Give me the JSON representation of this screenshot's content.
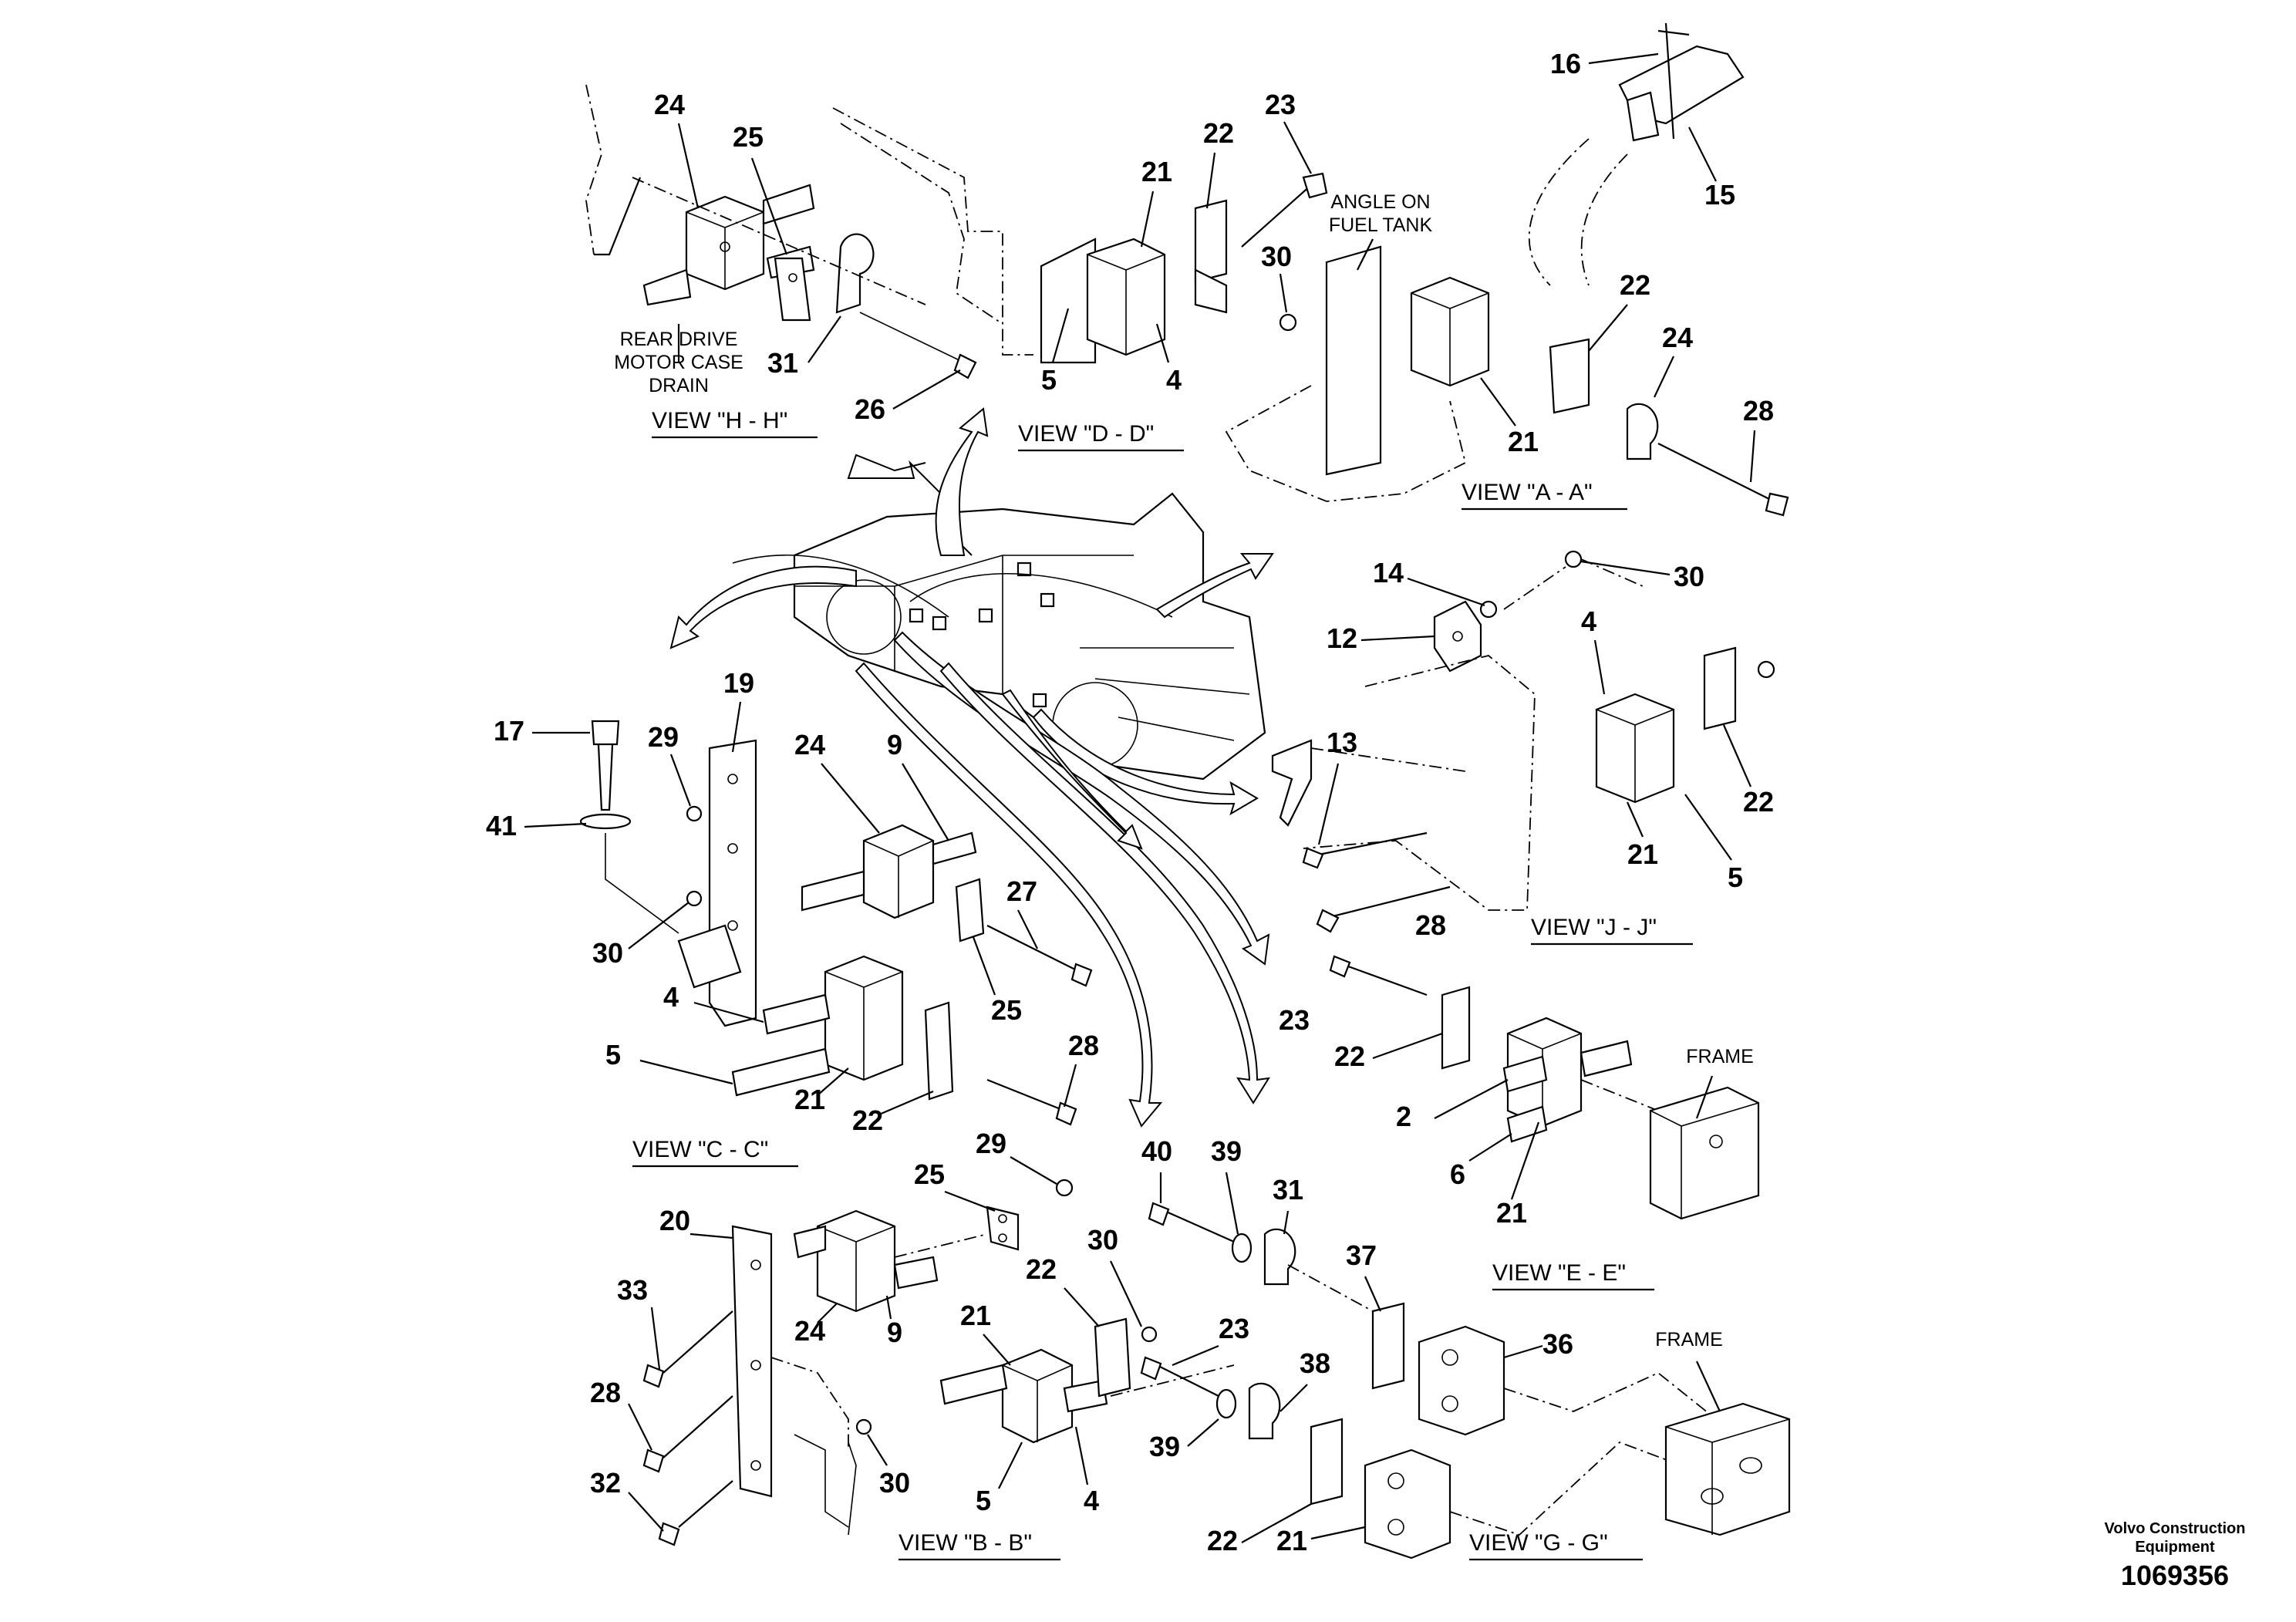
{
  "views": {
    "hh": "VIEW \"H - H\"",
    "dd": "VIEW \"D - D\"",
    "aa": "VIEW \"A - A\"",
    "jj": "VIEW \"J - J\"",
    "cc": "VIEW \"C - C\"",
    "ee": "VIEW \"E - E\"",
    "bb": "VIEW \"B - B\"",
    "gg": "VIEW \"G - G\""
  },
  "notes": {
    "rear_drive_1": "REAR DRIVE",
    "rear_drive_2": "MOTOR CASE",
    "rear_drive_3": "DRAIN",
    "angle_1": "ANGLE ON",
    "angle_2": "FUEL TANK",
    "frame_e": "FRAME",
    "frame_g": "FRAME"
  },
  "footer": {
    "company_1": "Volvo Construction",
    "company_2": "Equipment",
    "doc_number": "1069356"
  },
  "callouts": {
    "hh": [
      "24",
      "25",
      "31",
      "26"
    ],
    "dd": [
      "21",
      "22",
      "23",
      "5",
      "4"
    ],
    "aa": [
      "16",
      "15",
      "30",
      "22",
      "24",
      "21",
      "28"
    ],
    "jj": [
      "14",
      "30",
      "12",
      "4",
      "13",
      "22",
      "21",
      "5",
      "28"
    ],
    "cc": [
      "19",
      "17",
      "29",
      "24",
      "9",
      "41",
      "27",
      "30",
      "4",
      "25",
      "28",
      "5",
      "21",
      "22"
    ],
    "ee": [
      "23",
      "22",
      "2",
      "6",
      "21"
    ],
    "bb": [
      "29",
      "25",
      "20",
      "22",
      "30",
      "33",
      "24",
      "9",
      "21",
      "28",
      "30",
      "32",
      "5",
      "4"
    ],
    "gg": [
      "40",
      "39",
      "31",
      "37",
      "23",
      "36",
      "38",
      "39",
      "22",
      "21"
    ]
  }
}
